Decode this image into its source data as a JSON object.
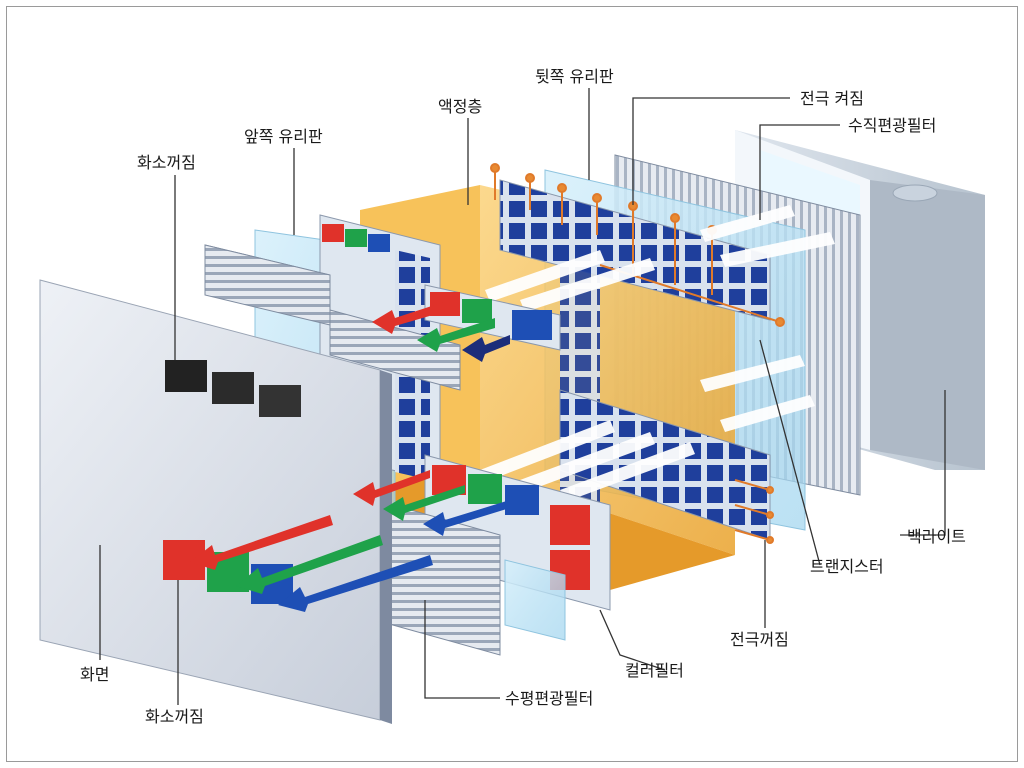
{
  "labels": {
    "back_glass": "뒷쪽 유리판",
    "electrode_on": "전극 켜짐",
    "vertical_polarizer": "수직편광필터",
    "liquid_crystal": "액정층",
    "front_glass": "앞쪽 유리판",
    "pixel_off_top": "화소꺼짐",
    "backlight": "백라이트",
    "transistor": "트랜지스터",
    "electrode_off": "전극꺼짐",
    "color_filter": "컬러필터",
    "horizontal_polarizer": "수평편광필터",
    "screen": "화면",
    "pixel_off_bottom": "화소꺼짐"
  },
  "colors": {
    "red": "#e0322a",
    "green": "#1fa24a",
    "blue": "#1e4fb5",
    "navy": "#1c2d7a",
    "liquid_crystal": "#f2b53a",
    "electrode": "#e07a2a",
    "leader": "#333333"
  }
}
